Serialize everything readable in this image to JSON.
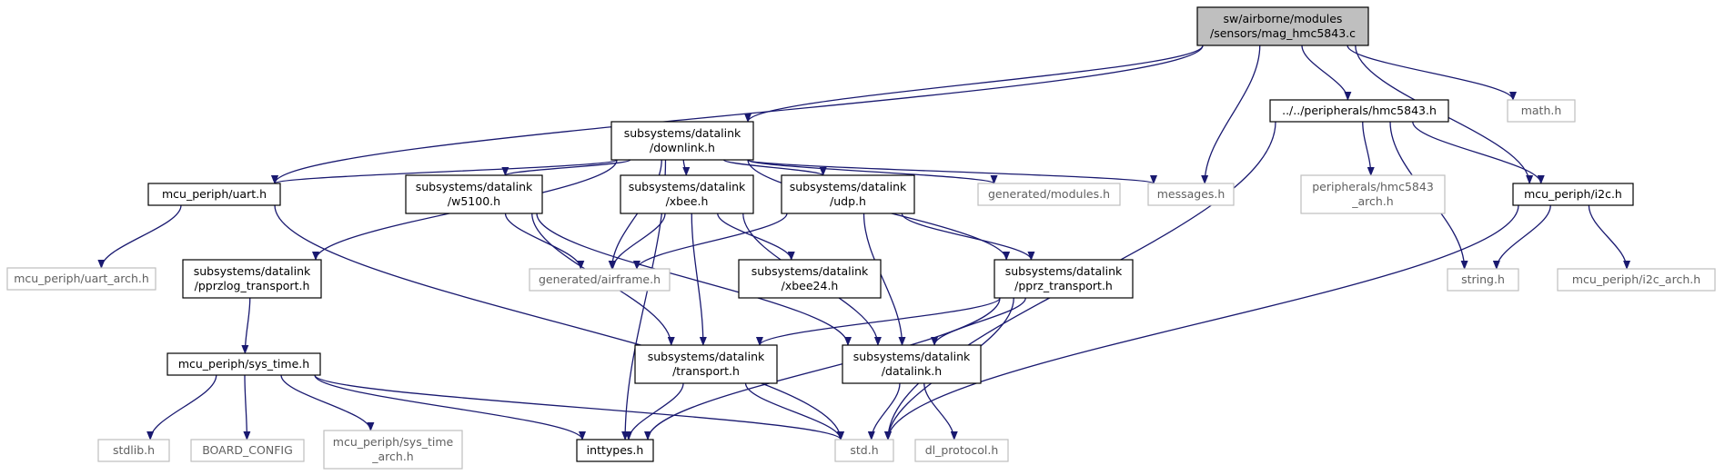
{
  "nodes": [
    {
      "id": "root",
      "lines": [
        "sw/airborne/modules",
        "/sensors/mag_hmc5843.c"
      ],
      "style": "root"
    },
    {
      "id": "downlink",
      "lines": [
        "subsystems/datalink",
        "/downlink.h"
      ],
      "style": "normal"
    },
    {
      "id": "hmc5843h",
      "lines": [
        "../../peripherals/hmc5843.h"
      ],
      "style": "normal"
    },
    {
      "id": "math",
      "lines": [
        "math.h"
      ],
      "style": "grey"
    },
    {
      "id": "uart",
      "lines": [
        "mcu_periph/uart.h"
      ],
      "style": "normal"
    },
    {
      "id": "w5100",
      "lines": [
        "subsystems/datalink",
        "/w5100.h"
      ],
      "style": "normal"
    },
    {
      "id": "xbee",
      "lines": [
        "subsystems/datalink",
        "/xbee.h"
      ],
      "style": "normal"
    },
    {
      "id": "udp",
      "lines": [
        "subsystems/datalink",
        "/udp.h"
      ],
      "style": "normal"
    },
    {
      "id": "genmodules",
      "lines": [
        "generated/modules.h"
      ],
      "style": "grey"
    },
    {
      "id": "messages",
      "lines": [
        "messages.h"
      ],
      "style": "grey"
    },
    {
      "id": "hmcarch",
      "lines": [
        "peripherals/hmc5843",
        "_arch.h"
      ],
      "style": "grey"
    },
    {
      "id": "i2c",
      "lines": [
        "mcu_periph/i2c.h"
      ],
      "style": "normal"
    },
    {
      "id": "uartarch",
      "lines": [
        "mcu_periph/uart_arch.h"
      ],
      "style": "grey"
    },
    {
      "id": "pprzlog",
      "lines": [
        "subsystems/datalink",
        "/pprzlog_transport.h"
      ],
      "style": "normal"
    },
    {
      "id": "airframe",
      "lines": [
        "generated/airframe.h"
      ],
      "style": "grey"
    },
    {
      "id": "xbee24",
      "lines": [
        "subsystems/datalink",
        "/xbee24.h"
      ],
      "style": "normal"
    },
    {
      "id": "pprztransport",
      "lines": [
        "subsystems/datalink",
        "/pprz_transport.h"
      ],
      "style": "normal"
    },
    {
      "id": "string",
      "lines": [
        "string.h"
      ],
      "style": "grey"
    },
    {
      "id": "i2carch",
      "lines": [
        "mcu_periph/i2c_arch.h"
      ],
      "style": "grey"
    },
    {
      "id": "systime",
      "lines": [
        "mcu_periph/sys_time.h"
      ],
      "style": "normal"
    },
    {
      "id": "transport",
      "lines": [
        "subsystems/datalink",
        "/transport.h"
      ],
      "style": "normal"
    },
    {
      "id": "datalink",
      "lines": [
        "subsystems/datalink",
        "/datalink.h"
      ],
      "style": "normal"
    },
    {
      "id": "stdlib",
      "lines": [
        "stdlib.h"
      ],
      "style": "grey"
    },
    {
      "id": "boardconfig",
      "lines": [
        "BOARD_CONFIG"
      ],
      "style": "grey"
    },
    {
      "id": "systimearch",
      "lines": [
        "mcu_periph/sys_time",
        "_arch.h"
      ],
      "style": "grey"
    },
    {
      "id": "inttypes",
      "lines": [
        "inttypes.h"
      ],
      "style": "normal"
    },
    {
      "id": "std",
      "lines": [
        "std.h"
      ],
      "style": "grey"
    },
    {
      "id": "dlprotocol",
      "lines": [
        "dl_protocol.h"
      ],
      "style": "grey"
    }
  ],
  "edges": [
    [
      "root",
      "uart"
    ],
    [
      "root",
      "downlink"
    ],
    [
      "root",
      "messages"
    ],
    [
      "root",
      "hmc5843h"
    ],
    [
      "root",
      "i2c"
    ],
    [
      "root",
      "math"
    ],
    [
      "downlink",
      "uart"
    ],
    [
      "downlink",
      "pprzlog"
    ],
    [
      "downlink",
      "inttypes"
    ],
    [
      "downlink",
      "w5100"
    ],
    [
      "downlink",
      "airframe"
    ],
    [
      "downlink",
      "xbee"
    ],
    [
      "downlink",
      "udp"
    ],
    [
      "downlink",
      "pprztransport"
    ],
    [
      "downlink",
      "genmodules"
    ],
    [
      "downlink",
      "messages"
    ],
    [
      "uart",
      "uartarch"
    ],
    [
      "uart",
      "std"
    ],
    [
      "w5100",
      "airframe"
    ],
    [
      "w5100",
      "transport"
    ],
    [
      "w5100",
      "datalink"
    ],
    [
      "xbee",
      "airframe"
    ],
    [
      "xbee",
      "xbee24"
    ],
    [
      "xbee",
      "transport"
    ],
    [
      "xbee",
      "datalink"
    ],
    [
      "udp",
      "airframe"
    ],
    [
      "udp",
      "pprztransport"
    ],
    [
      "udp",
      "datalink"
    ],
    [
      "hmc5843h",
      "hmcarch"
    ],
    [
      "hmc5843h",
      "i2c"
    ],
    [
      "hmc5843h",
      "string"
    ],
    [
      "hmc5843h",
      "std"
    ],
    [
      "i2c",
      "string"
    ],
    [
      "i2c",
      "i2carch"
    ],
    [
      "i2c",
      "std"
    ],
    [
      "pprzlog",
      "systime"
    ],
    [
      "pprztransport",
      "transport"
    ],
    [
      "pprztransport",
      "datalink"
    ],
    [
      "pprztransport",
      "inttypes"
    ],
    [
      "pprztransport",
      "std"
    ],
    [
      "systime",
      "stdlib"
    ],
    [
      "systime",
      "boardconfig"
    ],
    [
      "systime",
      "systimearch"
    ],
    [
      "systime",
      "inttypes"
    ],
    [
      "systime",
      "std"
    ],
    [
      "transport",
      "inttypes"
    ],
    [
      "transport",
      "std"
    ],
    [
      "datalink",
      "std"
    ],
    [
      "datalink",
      "dlprotocol"
    ]
  ]
}
